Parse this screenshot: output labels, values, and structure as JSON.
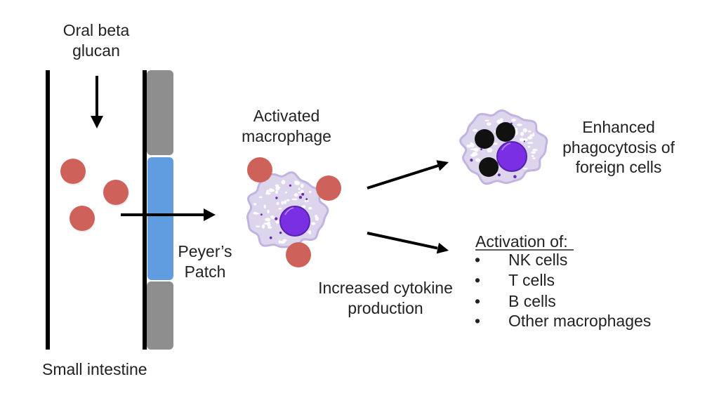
{
  "diagram": {
    "labels": {
      "oral_beta_glucan": [
        "Oral beta",
        "glucan"
      ],
      "small_intestine": "Small intestine",
      "peyers_patch": [
        "Peyer’s",
        "Patch"
      ],
      "activated_macrophage": [
        "Activated",
        "macrophage"
      ],
      "enhanced_phagocytosis": [
        "Enhanced",
        "phagocytosis of",
        "foreign cells"
      ],
      "increased_cytokine": [
        "Increased cytokine",
        "production"
      ],
      "activation_heading": "Activation of:",
      "bullet_glyph": "•",
      "activation_items": [
        "NK cells",
        "T cells",
        "B cells",
        "Other macrophages"
      ]
    },
    "icons": {
      "beta_glucan_particle": "red-circle",
      "macrophage": "amoeboid-cell",
      "phagocytosed_cell": "black-circle",
      "arrow": "arrow"
    },
    "colors": {
      "beta_glucan": "#cf615b",
      "peyers_patch": "#5f9de0",
      "intestinal_wall": "#8e8e8e",
      "wall_line": "#000000",
      "cytoplasm": "#dcd5ec",
      "cytoplasm_edge": "#c2b4e1",
      "nucleus": "#7b2fe3",
      "nucleus_edge": "#5620b0",
      "granule": "#6a2ab8",
      "foreign_cell": "#111111",
      "arrow": "#000000",
      "text": "#222222"
    }
  }
}
